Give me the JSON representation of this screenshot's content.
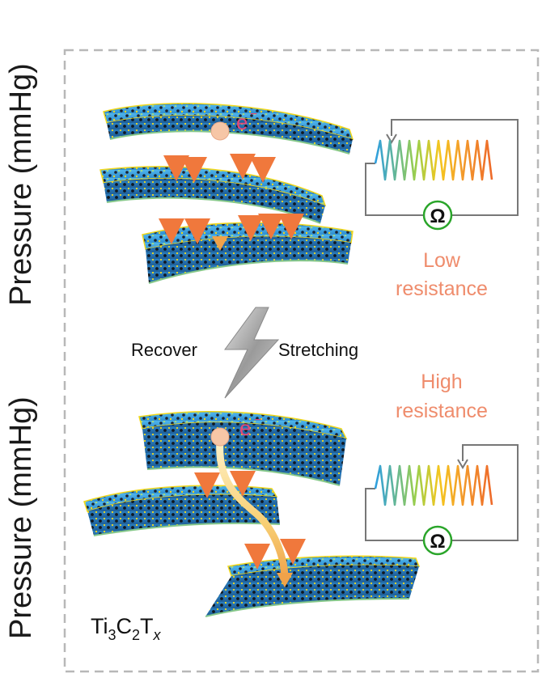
{
  "axis_labels": {
    "top": "Pressure (mmHg)",
    "bottom": "Pressure (mmHg)"
  },
  "top_panel": {
    "electron": "e",
    "electron_charge": "−",
    "resistance_line1": "Low",
    "resistance_line2": "resistance",
    "ohm": "Ω"
  },
  "bottom_panel": {
    "electron": "e",
    "electron_charge": "−",
    "resistance_line1": "High",
    "resistance_line2": "resistance",
    "ohm": "Ω"
  },
  "transition": {
    "left": "Recover",
    "right": "Stretching"
  },
  "material": {
    "base1": "Ti",
    "sub1": "3",
    "base2": "C",
    "sub2": "2",
    "base3": "T",
    "sub3": "x"
  },
  "colors": {
    "sheet_blue": "#3aa7e6",
    "sheet_green": "#86c88a",
    "atom_yellow": "#f2d81c",
    "arrow_orange": "#f0783c",
    "text_salmon": "#ef8c6c",
    "ohm_green": "#2aa52a",
    "border_gray": "#b8b8b8"
  }
}
